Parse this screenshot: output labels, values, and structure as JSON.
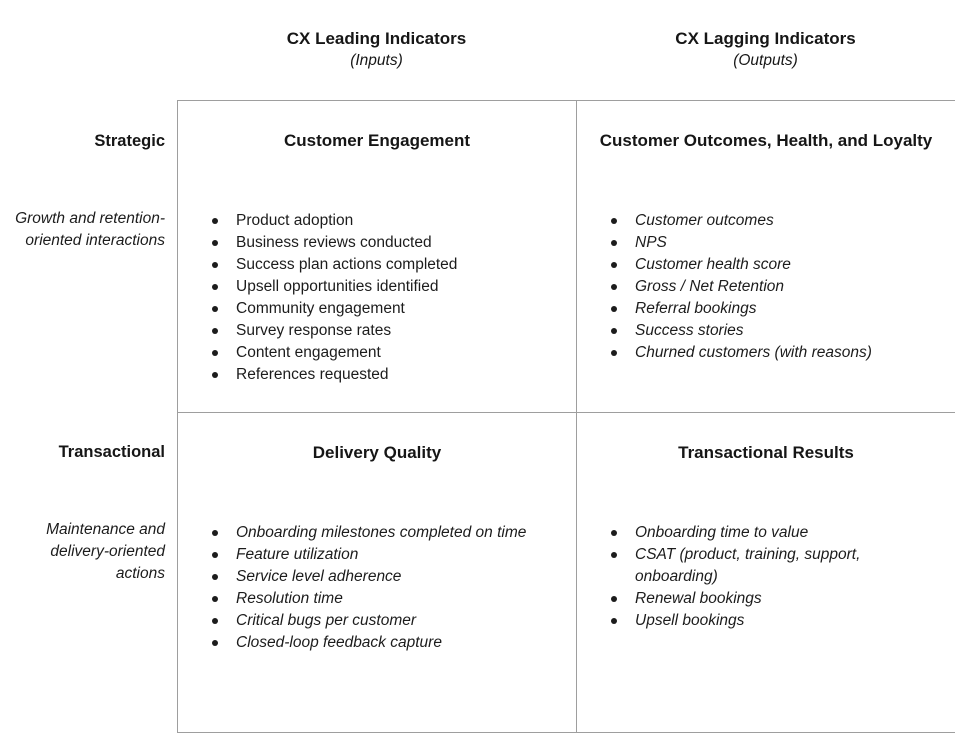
{
  "column_headers": [
    {
      "title": "CX Leading Indicators",
      "subtitle": "(Inputs)"
    },
    {
      "title": "CX Lagging Indicators",
      "subtitle": "(Outputs)"
    }
  ],
  "row_headers": [
    {
      "title": "Strategic",
      "subtitle": "Growth and retention-oriented interactions"
    },
    {
      "title": "Transactional",
      "subtitle": "Maintenance and delivery-oriented actions"
    }
  ],
  "quadrants": {
    "customer_engagement": {
      "title": "Customer Engagement",
      "items": [
        "Product adoption",
        "Business reviews conducted",
        "Success plan actions completed",
        "Upsell opportunities identified",
        "Community engagement",
        "Survey response rates",
        "Content engagement",
        "References requested"
      ]
    },
    "customer_outcomes": {
      "title": "Customer Outcomes, Health, and Loyalty",
      "items": [
        "Customer outcomes",
        "NPS",
        "Customer health score",
        "Gross / Net Retention",
        "Referral bookings",
        "Success stories",
        "Churned customers (with reasons)"
      ]
    },
    "delivery_quality": {
      "title": "Delivery Quality",
      "items": [
        "Onboarding milestones completed on time",
        "Feature utilization",
        "Service level adherence",
        "Resolution time",
        "Critical bugs per customer",
        "Closed-loop feedback capture"
      ]
    },
    "transactional_results": {
      "title": "Transactional Results",
      "items": [
        "Onboarding time to value",
        "CSAT (product, training, support, onboarding)",
        "Renewal bookings",
        "Upsell bookings"
      ]
    }
  },
  "colors": {
    "text": "#1c1c1c",
    "border": "#9e9e9e",
    "background": "#ffffff"
  }
}
